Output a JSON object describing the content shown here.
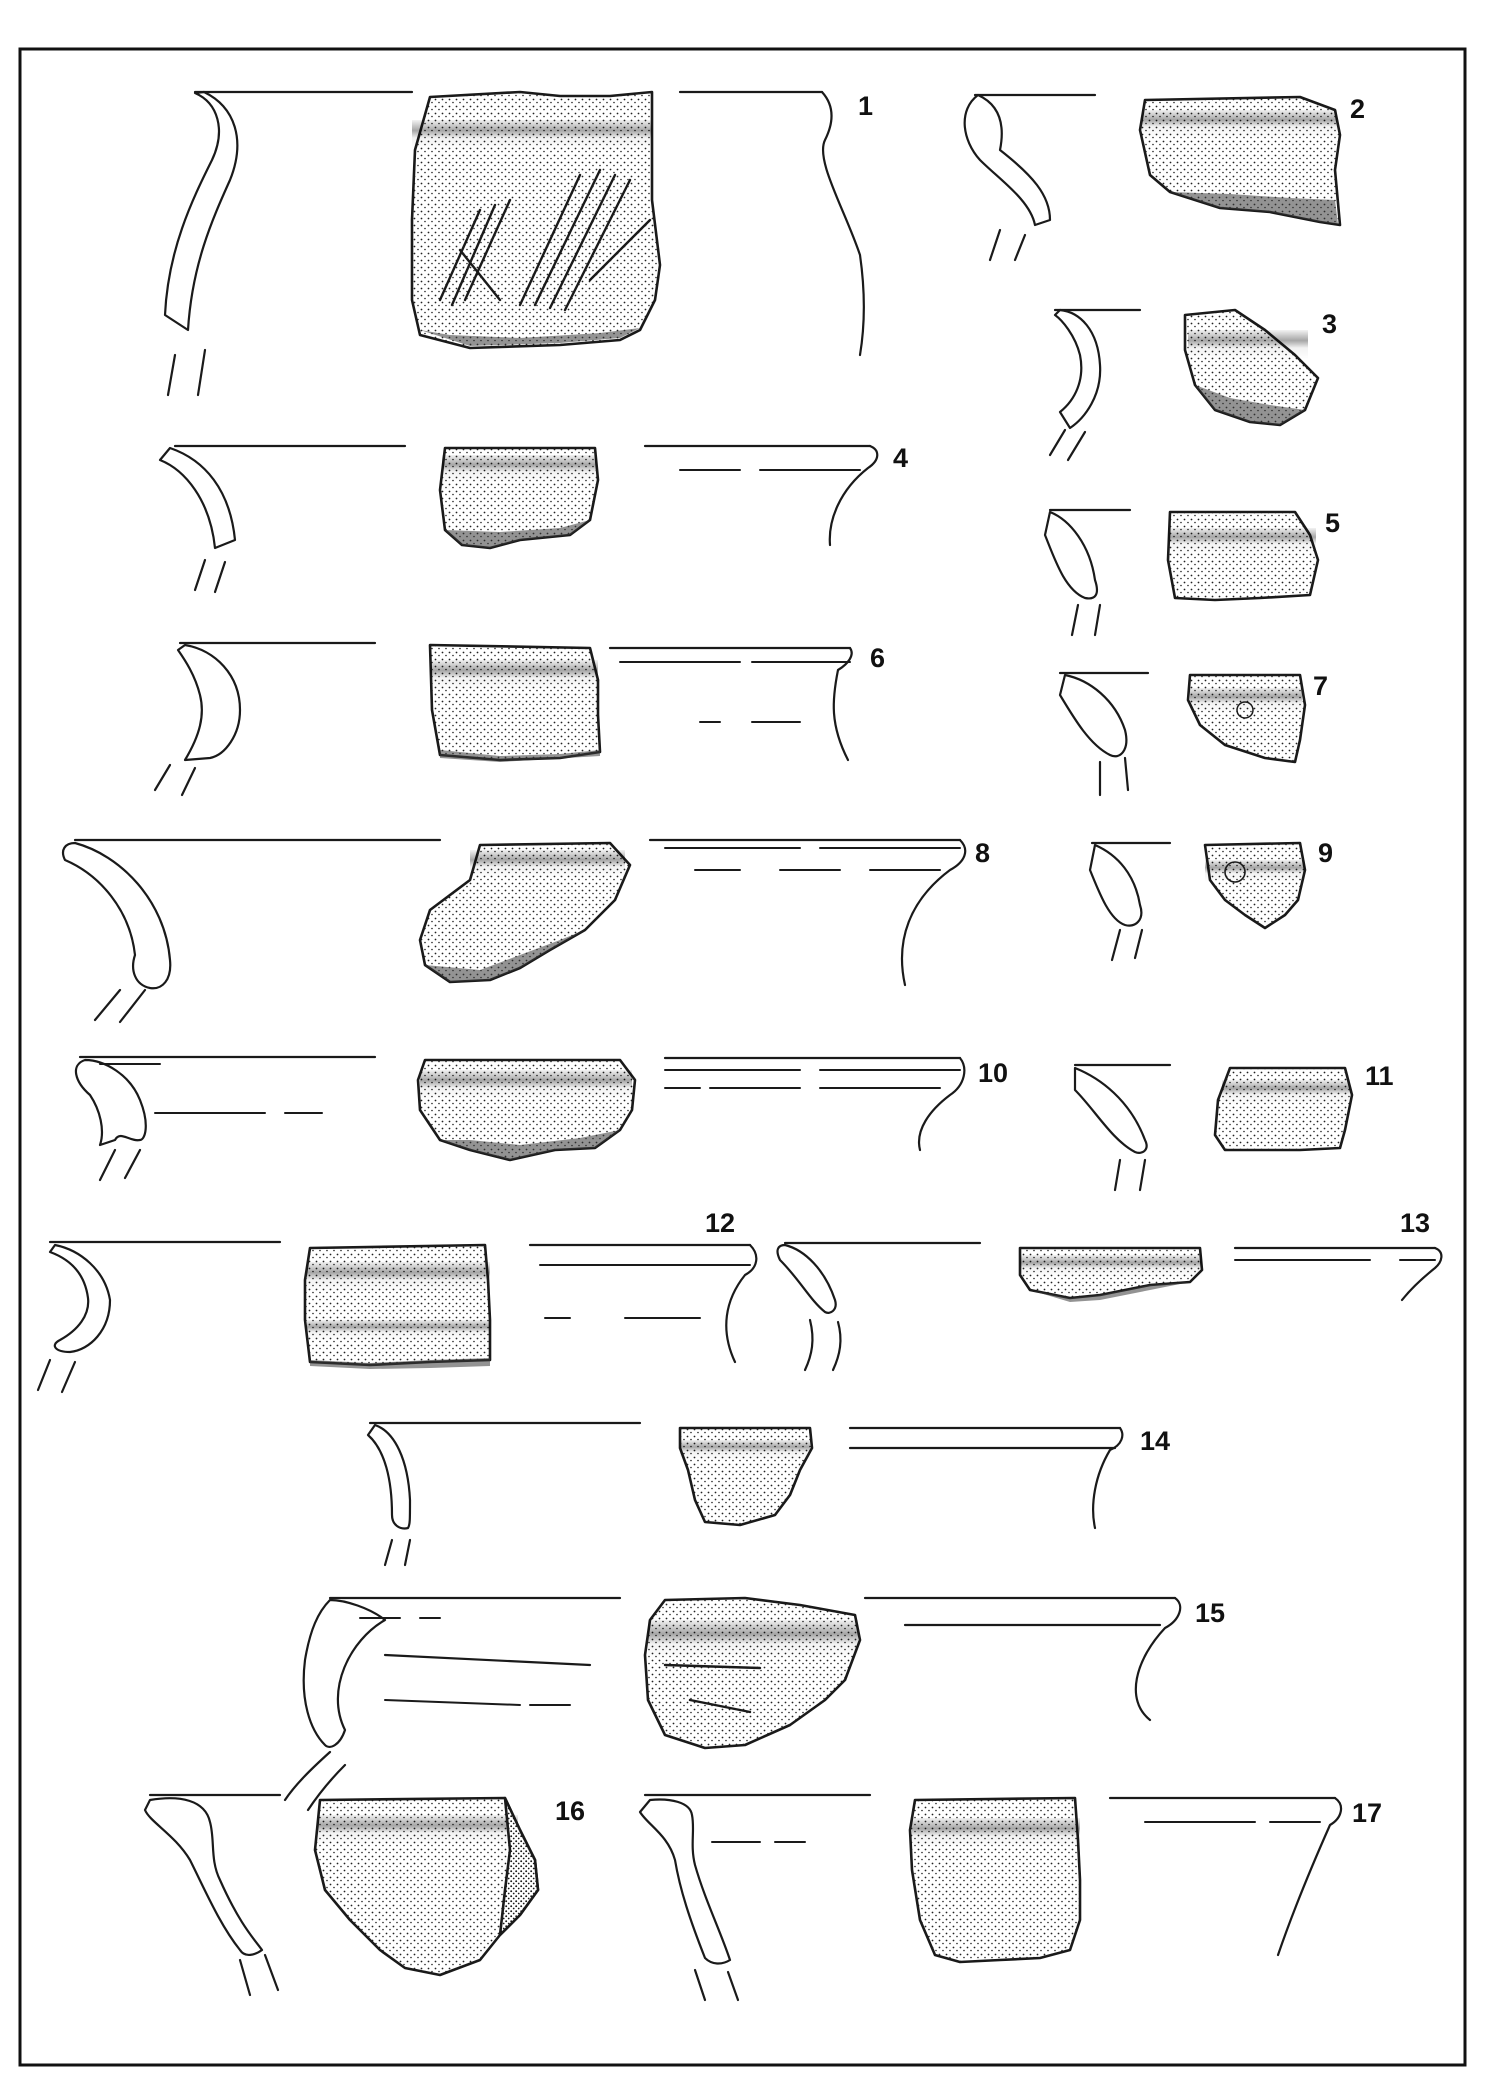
{
  "plate": {
    "figures": [
      {
        "id": 1,
        "label": "1"
      },
      {
        "id": 2,
        "label": "2"
      },
      {
        "id": 3,
        "label": "3"
      },
      {
        "id": 4,
        "label": "4"
      },
      {
        "id": 5,
        "label": "5"
      },
      {
        "id": 6,
        "label": "6"
      },
      {
        "id": 7,
        "label": "7"
      },
      {
        "id": 8,
        "label": "8"
      },
      {
        "id": 9,
        "label": "9"
      },
      {
        "id": 10,
        "label": "10"
      },
      {
        "id": 11,
        "label": "11"
      },
      {
        "id": 12,
        "label": "12"
      },
      {
        "id": 13,
        "label": "13"
      },
      {
        "id": 14,
        "label": "14"
      },
      {
        "id": 15,
        "label": "15"
      },
      {
        "id": 16,
        "label": "16"
      },
      {
        "id": 17,
        "label": "17"
      }
    ]
  },
  "colors": {
    "ink": "#1a1a1a",
    "sherd_fill": "stipple",
    "background": "#ffffff"
  }
}
